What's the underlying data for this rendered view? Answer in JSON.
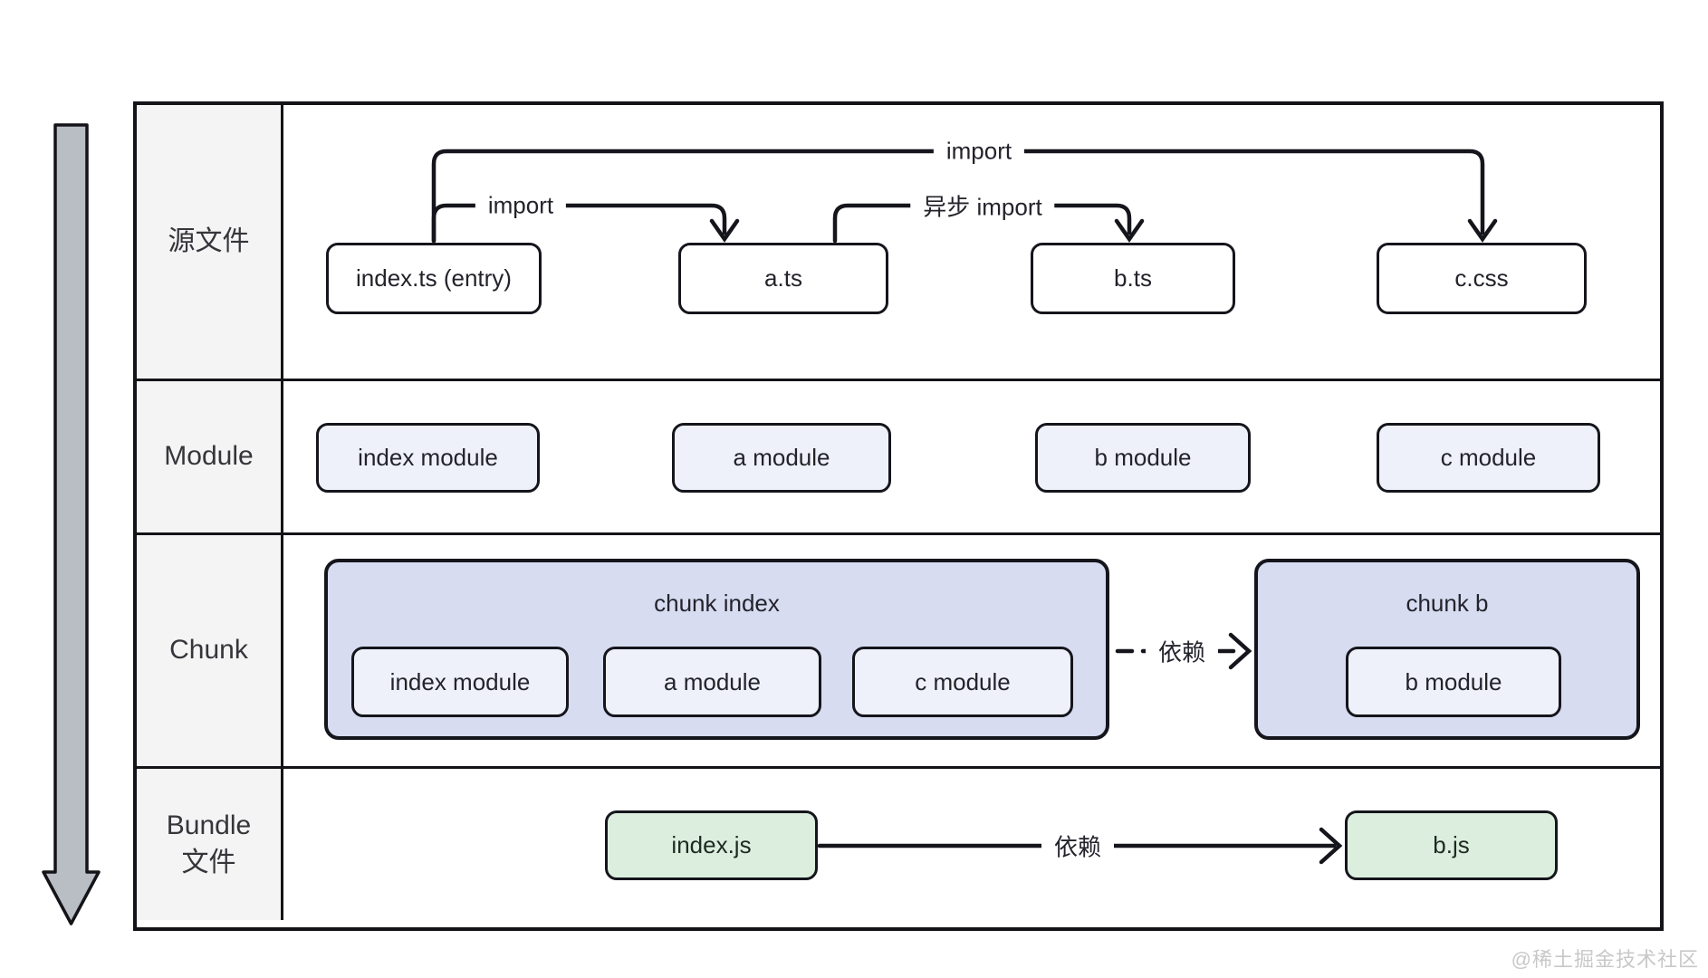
{
  "diagram": {
    "row_labels": {
      "source": "源文件",
      "module": "Module",
      "chunk": "Chunk",
      "bundle_line1": "Bundle",
      "bundle_line2": "文件"
    },
    "source_row": {
      "boxes": [
        "index.ts (entry)",
        "a.ts",
        "b.ts",
        "c.css"
      ],
      "arrow_labels": {
        "import_long": "import",
        "import_short": "import",
        "async_import": "异步 import"
      }
    },
    "module_row": {
      "boxes": [
        "index module",
        "a module",
        "b module",
        "c module"
      ]
    },
    "chunk_row": {
      "chunk_index": {
        "title": "chunk index",
        "modules": [
          "index module",
          "a module",
          "c module"
        ]
      },
      "chunk_b": {
        "title": "chunk b",
        "modules": [
          "b module"
        ]
      },
      "dependency_label": "依赖"
    },
    "bundle_row": {
      "boxes": [
        "index.js",
        "b.js"
      ],
      "dependency_label": "依赖"
    },
    "watermark": "@稀土掘金技术社区",
    "colors": {
      "line": "#15151c",
      "chunk_fill": "#d7dcf1",
      "module_fill": "#eef1f9",
      "bundle_fill": "#dcefde",
      "row_label_bg": "#f4f4f5",
      "flow_arrow_fill": "#b9bec4",
      "watermark_gray": "#c8c8c8"
    }
  }
}
